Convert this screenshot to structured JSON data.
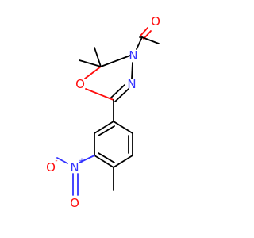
{
  "molecule": {
    "colors": {
      "carbon": "#000000",
      "nitrogen": "#3333ff",
      "oxygen": "#ff0d0d"
    },
    "atoms": {
      "carbonyl_oxygen": "O",
      "ring_n_acetyl": "N",
      "ring_n_imine": "N",
      "ring_oxygen": "O",
      "nitro_n": "N",
      "nitro_n_charge": "+",
      "nitro_o_minus": "O",
      "nitro_o_minus_charge": "-",
      "nitro_o_double": "O"
    }
  }
}
